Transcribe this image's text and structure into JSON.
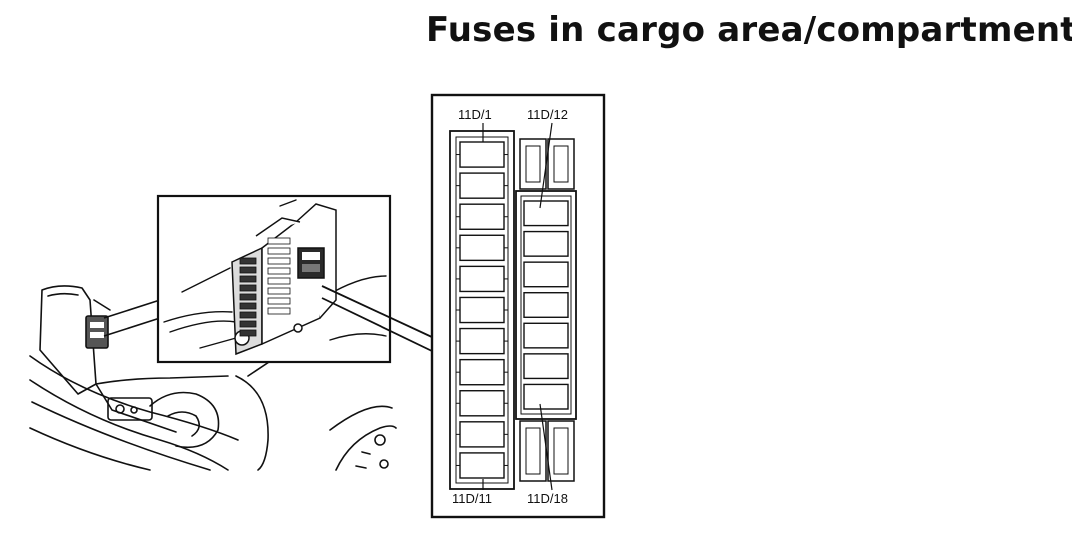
{
  "title": "Fuses in cargo area/compartment",
  "labels": {
    "top_left": "11D/1",
    "top_right": "11D/12",
    "bottom_left": "11D/11",
    "bottom_right": "11D/18"
  },
  "fuse_panel": {
    "left_column_count": 11,
    "right_column_count": 7,
    "right_column_relay_slots": 2
  },
  "colors": {
    "line": "#111111",
    "background": "#ffffff"
  }
}
